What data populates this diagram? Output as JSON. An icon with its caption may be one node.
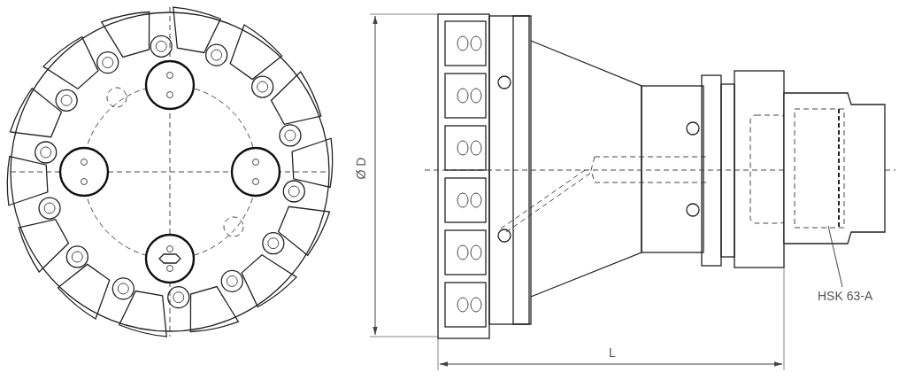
{
  "diagram": {
    "nodes": [
      {
        "text": [
          "HSK 63-A"
        ]
      },
      {
        "text": [],
        "shape": "picture"
      }
    ],
    "edges": [
      {
        "from": 0,
        "to": 1,
        "arrow": "none"
      }
    ],
    "labels": [
      "Ø D",
      "L"
    ]
  }
}
